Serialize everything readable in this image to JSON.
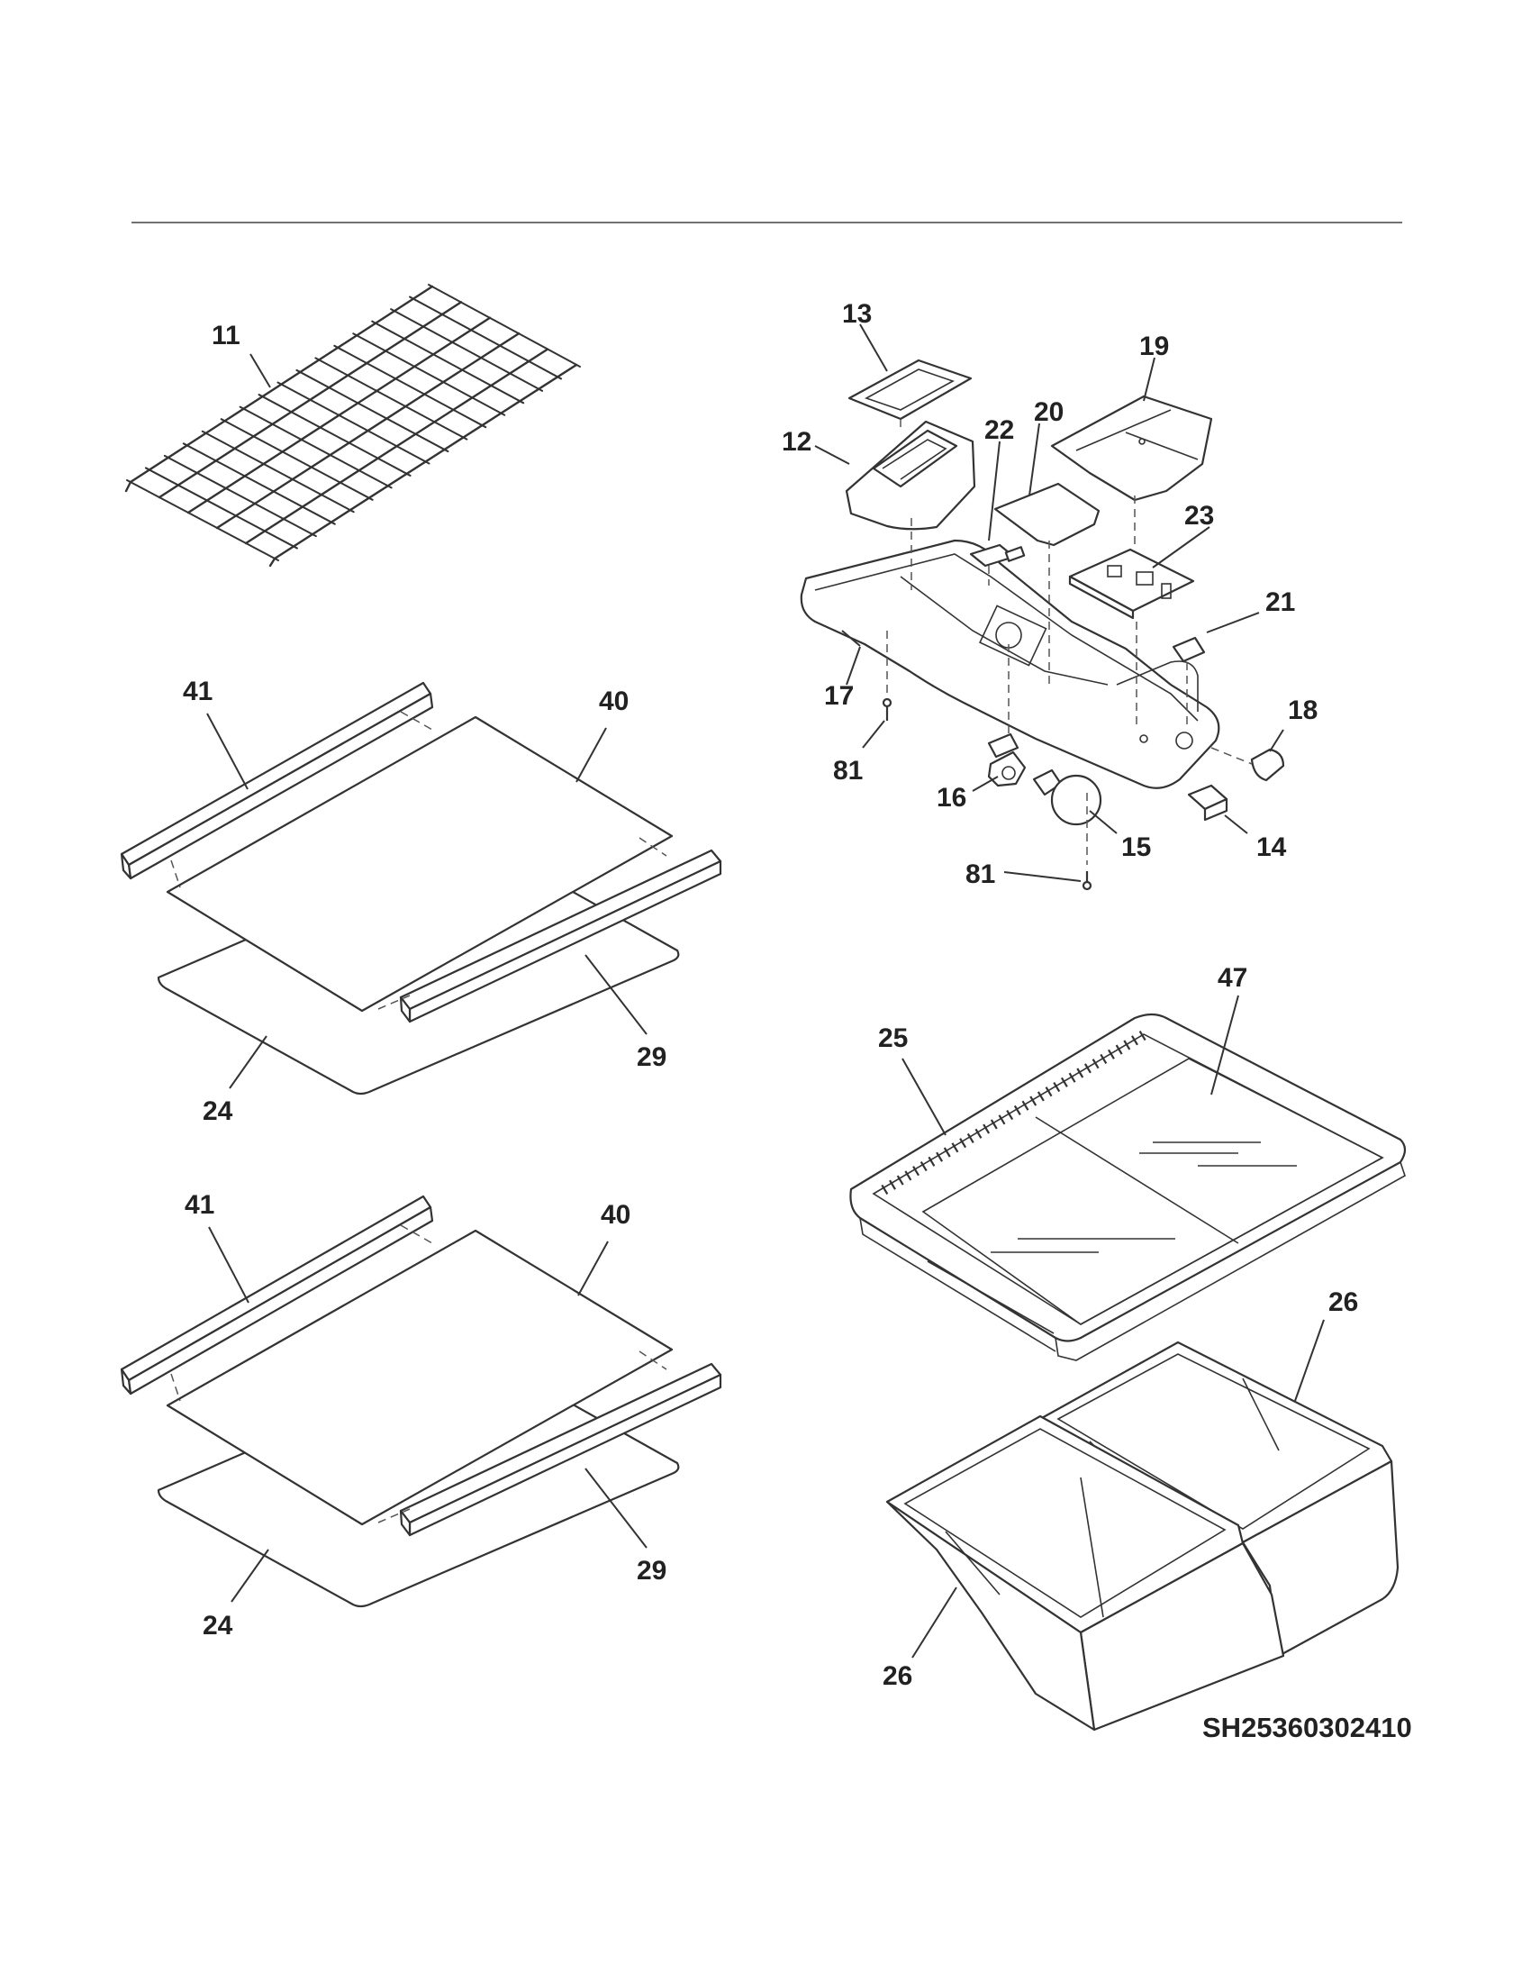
{
  "drawing_id": "SH25360302410",
  "labels": {
    "wire_shelf": "11",
    "crisper_cover_frame": "25",
    "crisper_glass": "47",
    "crisper_drawer_upper": "26",
    "crisper_drawer_lower": "26",
    "light_housing": "17",
    "control_knob_housing": "12",
    "filter_frame": "13",
    "cover_plate": "19",
    "board_cover": "20",
    "connector": "22",
    "control_board": "23",
    "small_bracket": "21",
    "knob": "18",
    "switch": "14",
    "bulb": "15",
    "socket": "16",
    "screw_upper": "81",
    "screw_lower": "81",
    "shelf1_trim_rear": "41",
    "shelf1_glass": "40",
    "shelf1_trim_front": "29",
    "shelf1_frame": "24",
    "shelf2_trim_rear": "41",
    "shelf2_glass": "40",
    "shelf2_trim_front": "29",
    "shelf2_frame": "24"
  }
}
